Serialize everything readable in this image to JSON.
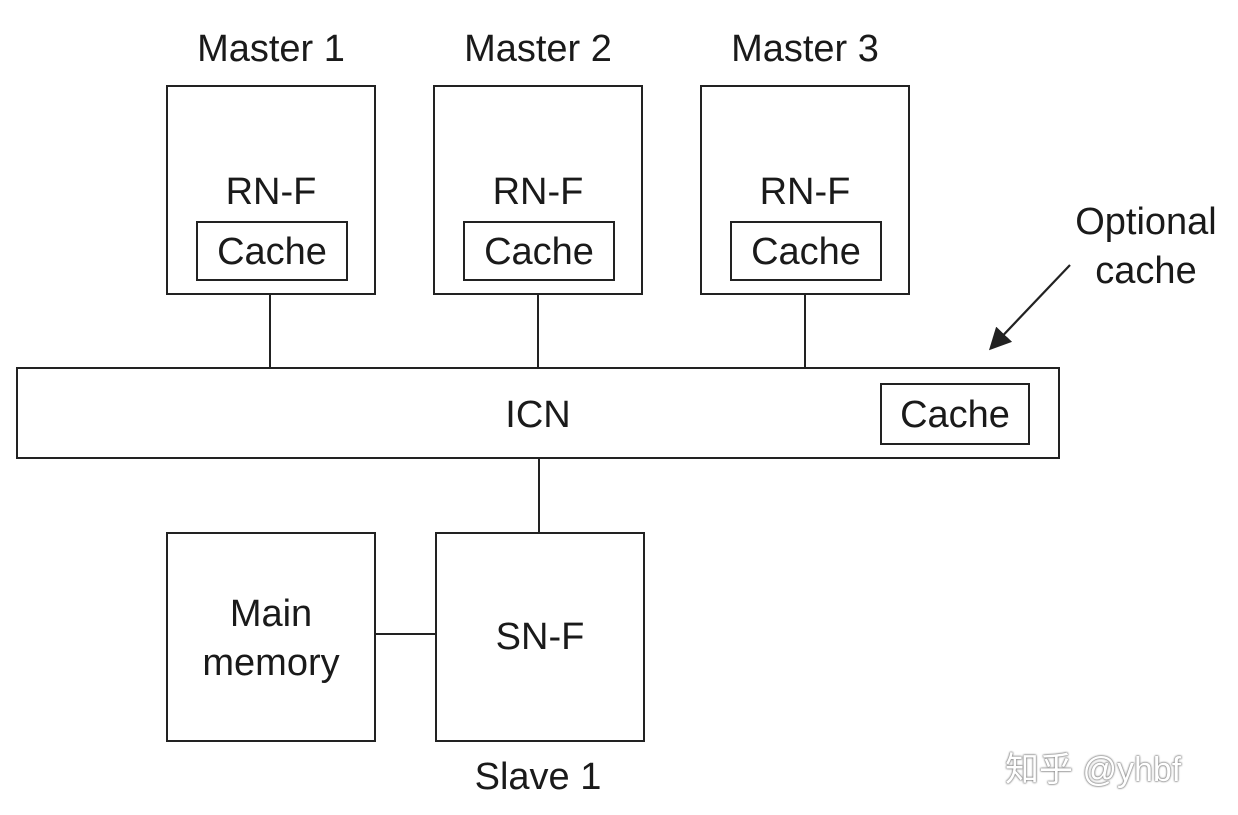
{
  "masters": [
    {
      "title": "Master 1",
      "node": "RN-F",
      "cache": "Cache"
    },
    {
      "title": "Master 2",
      "node": "RN-F",
      "cache": "Cache"
    },
    {
      "title": "Master 3",
      "node": "RN-F",
      "cache": "Cache"
    }
  ],
  "interconnect": {
    "label": "ICN",
    "cache": "Cache"
  },
  "annotation": {
    "text": "Optional\ncache"
  },
  "memory": {
    "label": "Main\nmemory"
  },
  "slave": {
    "node": "SN-F",
    "title": "Slave 1"
  },
  "watermark": "知乎 @yhbf"
}
